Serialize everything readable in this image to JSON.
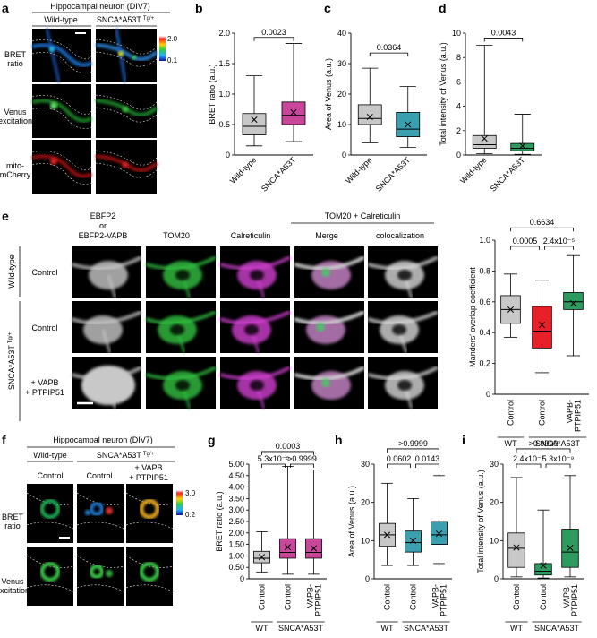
{
  "panel_letters": {
    "a": "a",
    "b": "b",
    "c": "c",
    "d": "d",
    "e": "e",
    "f": "f",
    "g": "g",
    "h": "h",
    "i": "i"
  },
  "panel_a": {
    "title": "Hippocampal neuron (DIV7)",
    "col_wt": "Wild-type",
    "col_mut": "SNCA*A53T",
    "col_mut_sup": "Tg/+",
    "row1": [
      "BRET",
      "ratio"
    ],
    "row2": [
      "Venus",
      "excitation"
    ],
    "row3": [
      "mito-",
      "mCherry"
    ],
    "scale_max": "2.0",
    "scale_min": "0.1"
  },
  "panel_e": {
    "col1": [
      "EBFP2",
      "or",
      "EBFP2-VAPB"
    ],
    "col2": "TOM20",
    "col3": "Calreticulin",
    "span_header": "TOM20 + Calreticulin",
    "col4": "Merge",
    "col5": "colocalization",
    "group_wt": "Wild-type",
    "group_mut": "SNCA*A53T",
    "group_mut_sup": "Tg/+",
    "row1": "Control",
    "row2": "Control",
    "row3": [
      "+ VAPB",
      "+ PTPIP51"
    ]
  },
  "panel_f": {
    "title": "Hippocampal neuron (DIV7)",
    "col_wt": "Wild-type",
    "col_mut": "SNCA*A53T",
    "col_mut_sup": "Tg/+",
    "c1": "Control",
    "c2": "Control",
    "c3": [
      "+ VAPB",
      "+ PTPIP51"
    ],
    "row1": [
      "BRET",
      "ratio"
    ],
    "row2": [
      "Venus",
      "excitation"
    ],
    "scale_max": "3.0",
    "scale_min": "0.2"
  },
  "chart_data": [
    {
      "id": "b",
      "type": "box",
      "ylabel": "BRET ratio (a.u.)",
      "ylim": [
        0,
        2.0
      ],
      "yticks": [
        0,
        0.5,
        1.0,
        1.5,
        2.0
      ],
      "ytick_labels": [
        "0",
        "0.5",
        "1.0",
        "1.5",
        "2.0"
      ],
      "categories": [
        "Wild-type",
        "SNCA*A53T"
      ],
      "colors": [
        "#c8c8c8",
        "#c9479a"
      ],
      "boxes": [
        {
          "min": 0.15,
          "q1": 0.33,
          "median": 0.47,
          "q3": 0.68,
          "max": 1.3,
          "mean": 0.58
        },
        {
          "min": 0.22,
          "q1": 0.5,
          "median": 0.65,
          "q3": 0.87,
          "max": 1.83,
          "mean": 0.7
        }
      ],
      "pvalues": [
        {
          "from": 0,
          "to": 1,
          "y": 1.93,
          "label": "0.0023"
        }
      ]
    },
    {
      "id": "c",
      "type": "box",
      "ylabel": "Area of Venus (a.u.)",
      "ylim": [
        0,
        40
      ],
      "yticks": [
        0,
        10,
        20,
        30,
        40
      ],
      "ytick_labels": [
        "0",
        "10",
        "20",
        "30",
        "40"
      ],
      "categories": [
        "Wild-type",
        "SNCA*A53T"
      ],
      "colors": [
        "#c8c8c8",
        "#3aa0b0"
      ],
      "boxes": [
        {
          "min": 4,
          "q1": 10,
          "median": 12,
          "q3": 16.5,
          "max": 28.5,
          "mean": 12.5
        },
        {
          "min": 2.5,
          "q1": 6,
          "median": 8.5,
          "q3": 14,
          "max": 22.5,
          "mean": 10
        }
      ],
      "pvalues": [
        {
          "from": 0,
          "to": 1,
          "y": 33.5,
          "label": "0.0364"
        }
      ]
    },
    {
      "id": "d",
      "type": "box",
      "ylabel": "Total intensity of Venus (a.u.)",
      "ylim": [
        0,
        10
      ],
      "yticks": [
        0,
        2,
        4,
        6,
        8,
        10
      ],
      "ytick_labels": [
        "0",
        "2",
        "4",
        "6",
        "8",
        "10"
      ],
      "categories": [
        "Wild-type",
        "SNCA*A53T"
      ],
      "colors": [
        "#c8c8c8",
        "#2e9b5e"
      ],
      "boxes": [
        {
          "min": 0.1,
          "q1": 0.55,
          "median": 0.85,
          "q3": 1.6,
          "max": 9.0,
          "mean": 1.35
        },
        {
          "min": 0.05,
          "q1": 0.35,
          "median": 0.55,
          "q3": 0.95,
          "max": 3.35,
          "mean": 0.75
        }
      ],
      "pvalues": [
        {
          "from": 0,
          "to": 1,
          "y": 9.6,
          "label": "0.0043"
        }
      ]
    },
    {
      "id": "e",
      "type": "box",
      "ylabel": "Manders' overlap coefficient",
      "ylim": [
        0,
        1.0
      ],
      "yticks": [
        0,
        0.2,
        0.4,
        0.6,
        0.8,
        1.0
      ],
      "ytick_labels": [
        "0",
        "0.2",
        "0.4",
        "0.6",
        "0.8",
        "1.0"
      ],
      "categories": [
        "Control",
        "Control",
        "VAPB-PTPIP51"
      ],
      "category_lines": [
        [
          "Control"
        ],
        [
          "Control"
        ],
        [
          "VAPB-",
          "PTPIP51"
        ]
      ],
      "colors": [
        "#c8c8c8",
        "#e8202a",
        "#2e9b5e"
      ],
      "boxes": [
        {
          "min": 0.37,
          "q1": 0.46,
          "median": 0.55,
          "q3": 0.64,
          "max": 0.78,
          "mean": 0.55
        },
        {
          "min": 0.14,
          "q1": 0.3,
          "median": 0.41,
          "q3": 0.57,
          "max": 0.74,
          "mean": 0.45
        },
        {
          "min": 0.25,
          "q1": 0.55,
          "median": 0.6,
          "q3": 0.66,
          "max": 0.9,
          "mean": 0.59
        }
      ],
      "pvalues": [
        {
          "from": 0,
          "to": 2,
          "y": 1.08,
          "label": "0.6634"
        },
        {
          "from": 0,
          "to": 1,
          "y": 0.96,
          "label": "0.0005"
        },
        {
          "from": 1,
          "to": 2,
          "y": 0.96,
          "label": "2.4x10⁻⁵"
        }
      ],
      "groups": [
        {
          "from": 0,
          "to": 0,
          "label": "WT"
        },
        {
          "from": 1,
          "to": 2,
          "label": "SNCA*A53T"
        }
      ]
    },
    {
      "id": "g",
      "type": "box",
      "ylabel": "BRET ratio (a.u.)",
      "ylim": [
        0,
        5.0
      ],
      "yticks": [
        0,
        0.5,
        1.0,
        1.5,
        2.0,
        2.5,
        3.0,
        3.5,
        4.0,
        4.5,
        5.0
      ],
      "ytick_labels": [
        "0",
        "0.50",
        "1.00",
        "1.50",
        "2.00",
        "2.50",
        "3.00",
        "3.50",
        "4.00",
        "4.50",
        "5.00"
      ],
      "categories": [
        "Control",
        "Control",
        "VAPB-PTPIP51"
      ],
      "category_lines": [
        [
          "Control"
        ],
        [
          "Control"
        ],
        [
          "VAPB-",
          "PTPIP51"
        ]
      ],
      "colors": [
        "#c8c8c8",
        "#c9479a",
        "#c9479a"
      ],
      "boxes": [
        {
          "min": 0.3,
          "q1": 0.7,
          "median": 0.9,
          "q3": 1.2,
          "max": 2.05,
          "mean": 0.95
        },
        {
          "min": 0.2,
          "q1": 0.9,
          "median": 1.15,
          "q3": 1.75,
          "max": 4.9,
          "mean": 1.38
        },
        {
          "min": 0.2,
          "q1": 0.9,
          "median": 1.15,
          "q3": 1.75,
          "max": 4.75,
          "mean": 1.33
        }
      ],
      "pvalues": [
        {
          "from": 0,
          "to": 2,
          "y": 5.55,
          "label": "0.0003"
        },
        {
          "from": 0,
          "to": 1,
          "y": 5.0,
          "label": "5.3x10⁻⁵"
        },
        {
          "from": 1,
          "to": 2,
          "y": 5.0,
          "label": ">0.9999"
        }
      ],
      "groups": [
        {
          "from": 0,
          "to": 0,
          "label": "WT"
        },
        {
          "from": 1,
          "to": 2,
          "label": "SNCA*A53T"
        }
      ]
    },
    {
      "id": "h",
      "type": "box",
      "ylabel": "Area of Venus (a.u.)",
      "ylim": [
        0,
        30
      ],
      "yticks": [
        0,
        10,
        20,
        30
      ],
      "ytick_labels": [
        "0",
        "10",
        "20",
        "30"
      ],
      "categories": [
        "Control",
        "Control",
        "VAPB-PTPIP51"
      ],
      "category_lines": [
        [
          "Control"
        ],
        [
          "Control"
        ],
        [
          "VAPB-",
          "PTPIP51"
        ]
      ],
      "colors": [
        "#c8c8c8",
        "#3aa0b0",
        "#3aa0b0"
      ],
      "boxes": [
        {
          "min": 3.5,
          "q1": 8.5,
          "median": 11.5,
          "q3": 14.5,
          "max": 25,
          "mean": 11.5
        },
        {
          "min": 3.5,
          "q1": 7,
          "median": 9.5,
          "q3": 12.5,
          "max": 21,
          "mean": 10
        },
        {
          "min": 4,
          "q1": 9,
          "median": 11.5,
          "q3": 15,
          "max": 27,
          "mean": 11.8
        }
      ],
      "pvalues": [
        {
          "from": 0,
          "to": 2,
          "y": 34,
          "label": ">0.9999"
        },
        {
          "from": 0,
          "to": 1,
          "y": 30,
          "label": "0.0602"
        },
        {
          "from": 1,
          "to": 2,
          "y": 30,
          "label": "0.0143"
        }
      ],
      "groups": [
        {
          "from": 0,
          "to": 0,
          "label": "WT"
        },
        {
          "from": 1,
          "to": 2,
          "label": "SNCA*A53T"
        }
      ]
    },
    {
      "id": "i",
      "type": "box",
      "ylabel": "Total intensity of Venus (a.u.)",
      "ylim": [
        0,
        30
      ],
      "yticks": [
        0,
        10,
        20,
        30
      ],
      "ytick_labels": [
        "0",
        "10",
        "20",
        "30"
      ],
      "categories": [
        "Control",
        "Control",
        "VAPB-PTPIP51"
      ],
      "category_lines": [
        [
          "Control"
        ],
        [
          "Control"
        ],
        [
          "VAPB-",
          "PTPIP51"
        ]
      ],
      "colors": [
        "#c8c8c8",
        "#2e9b5e",
        "#2e9b5e"
      ],
      "boxes": [
        {
          "min": 0.5,
          "q1": 3,
          "median": 8,
          "q3": 12,
          "max": 26.5,
          "mean": 8.2
        },
        {
          "min": 0.2,
          "q1": 1,
          "median": 2,
          "q3": 4,
          "max": 18,
          "mean": 3.5
        },
        {
          "min": 0.5,
          "q1": 3,
          "median": 7,
          "q3": 13,
          "max": 27,
          "mean": 8.1
        }
      ],
      "pvalues": [
        {
          "from": 0,
          "to": 2,
          "y": 34,
          "label": ">0.9999"
        },
        {
          "from": 0,
          "to": 1,
          "y": 30,
          "label": "2.4x10⁻⁷"
        },
        {
          "from": 1,
          "to": 2,
          "y": 30,
          "label": "5.3x10⁻⁹"
        }
      ],
      "groups": [
        {
          "from": 0,
          "to": 0,
          "label": "WT"
        },
        {
          "from": 1,
          "to": 2,
          "label": "SNCA*A53T"
        }
      ]
    }
  ]
}
